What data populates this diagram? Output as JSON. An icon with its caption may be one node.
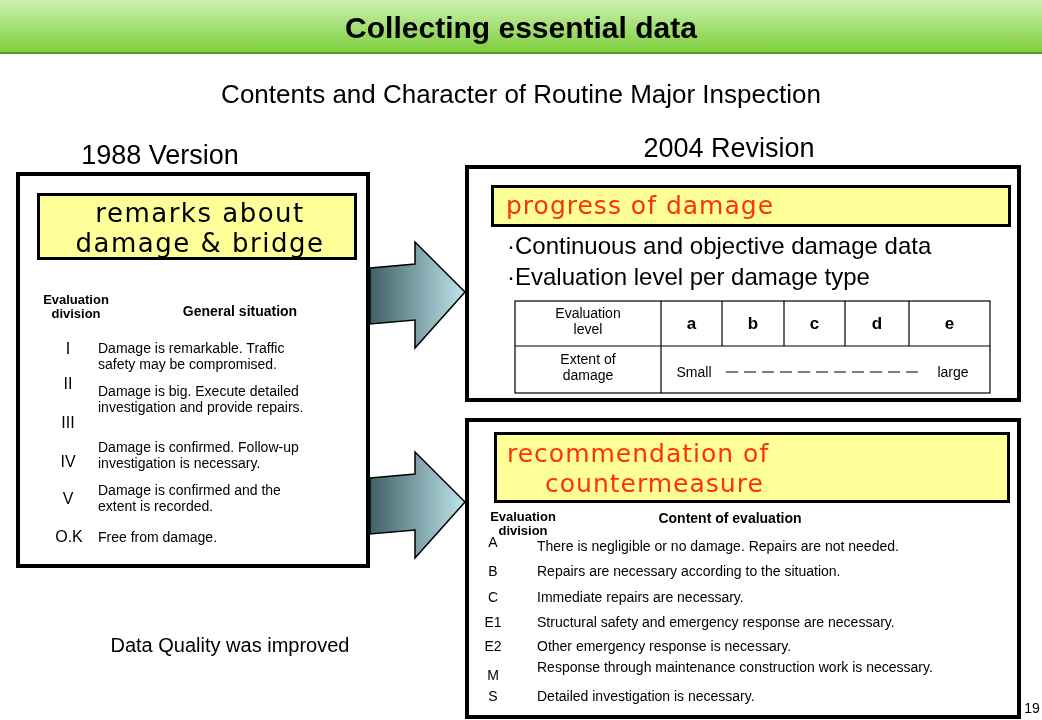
{
  "diagram": {
    "title": "Collecting essential data",
    "nodes": [
      {
        "text": [
          "1988 Version"
        ]
      },
      {
        "text": [
          "remarks about damage & bridge"
        ],
        "in": 0
      },
      {
        "text": [
          "2004 Revision",
          "·Continuous and objective damage data",
          "·Evaluation level per damage type"
        ]
      },
      {
        "text": [
          "progress of damage"
        ],
        "in": 2
      },
      {
        "text": [],
        "shape": "box"
      },
      {
        "text": [
          "recommendation of countermeasure"
        ],
        "in": 4
      }
    ],
    "edges": [
      {
        "from": 0,
        "to": 2,
        "arrow": "to"
      },
      {
        "from": 0,
        "to": 4,
        "arrow": "to"
      }
    ],
    "labels": [
      "Contents and Character of Routine Major Inspection",
      "Evaluation division",
      "General situation",
      "I",
      "Damage is remarkable. Traffic safety may be compromised.",
      "II",
      "Damage is big. Execute detailed investigation and provide repairs.",
      "III",
      "IV",
      "Damage is confirmed. Follow-up investigation is necessary.",
      "V",
      "Damage is confirmed and the extent is recorded.",
      "O.K",
      "Free from damage.",
      "Evaluation level",
      "a",
      "b",
      "c",
      "d",
      "e",
      "Extent of damage",
      "Small",
      "large",
      "Evaluation division",
      "Content of evaluation",
      "A",
      "There is negligible or no damage. Repairs are not needed.",
      "B",
      "Repairs are necessary according to the situation.",
      "C",
      "Immediate repairs are necessary.",
      "E1",
      "Structural safety and emergency response are necessary.",
      "E2",
      "Other emergency response is necessary.",
      "M",
      "Response through maintenance construction work is necessary.",
      "S",
      "Detailed investigation is necessary.",
      "Data Quality was improved",
      "19"
    ]
  }
}
